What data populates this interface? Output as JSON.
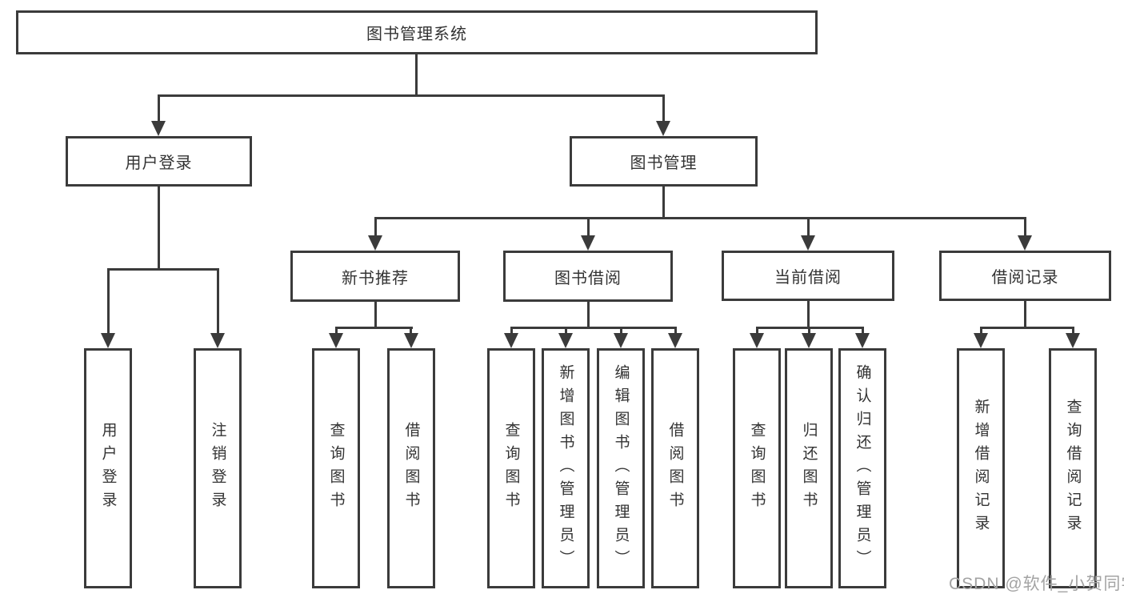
{
  "diagram": {
    "root": "图书管理系统",
    "user_login": {
      "label": "用户登录",
      "children": [
        "用户登录",
        "注销登录"
      ]
    },
    "book_mgmt": {
      "label": "图书管理",
      "sections": [
        {
          "label": "新书推荐",
          "children": [
            "查询图书",
            "借阅图书"
          ]
        },
        {
          "label": "图书借阅",
          "children": [
            "查询图书",
            "新增图书（管理员）",
            "编辑图书（管理员）",
            "借阅图书"
          ]
        },
        {
          "label": "当前借阅",
          "children": [
            "查询图书",
            "归还图书",
            "确认归还（管理员）"
          ]
        },
        {
          "label": "借阅记录",
          "children": [
            "新增借阅记录",
            "查询借阅记录"
          ]
        }
      ]
    }
  },
  "watermark": "CSDN @软件_小贺同学",
  "colors": {
    "line": "#3b3b3b",
    "text": "#333333",
    "watermark": "#a3a3a3",
    "background": "#ffffff"
  }
}
